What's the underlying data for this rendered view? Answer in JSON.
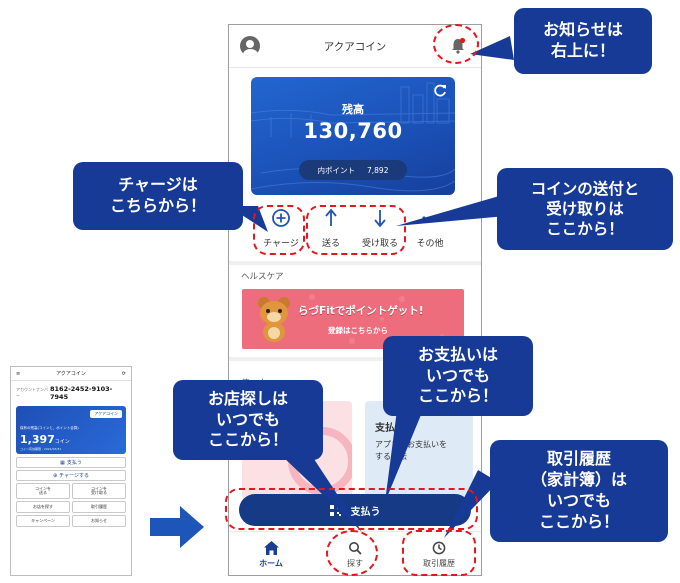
{
  "old_screen": {
    "title": "アクアコイン",
    "account_label": "アカウントナンバー",
    "account_number": "8162-2452-9103-7945",
    "card_tag": "アクアコイン",
    "card_caption": "保有の残高(コインと、ポイント合算)",
    "balance": "1,397",
    "balance_unit": "コイン",
    "card_sub": "コイン有効期限 : 2021/07/31",
    "pay_button": "支払う",
    "charge_button": "チャージする",
    "grid": [
      {
        "label": "コインを\n送る"
      },
      {
        "label": "コインを\n受け取る"
      },
      {
        "label": "お店を探す"
      },
      {
        "label": "取引履歴"
      },
      {
        "label": "キャンペーン"
      },
      {
        "label": "お知らせ"
      }
    ]
  },
  "app": {
    "title": "アクアコイン",
    "balance_label": "残高",
    "balance_amount": "130,760",
    "points_label": "内ポイント",
    "points_value": "7,892",
    "actions": {
      "charge": "チャージ",
      "send": "送る",
      "receive": "受け取る",
      "other": "その他"
    },
    "health_section": "ヘルスケア",
    "banner_title": "らづFitでポイントゲット!",
    "banner_sub": "登録はこちらから",
    "usage_section": "使い方",
    "usage_card": {
      "title": "支払う",
      "body_line1": "アプリでお支払いを",
      "body_line2": "する方法"
    },
    "pay_button": "支払う",
    "nav": {
      "home": "ホーム",
      "search": "探す",
      "history": "取引履歴"
    }
  },
  "callouts": {
    "notice": "お知らせは\n右上に！",
    "charge": "チャージは\nこちらから！",
    "send_receive": "コインの送付と\n受け取りは\nここから！",
    "pay": "お支払いは\nいつでも\nここから！",
    "store": "お店探しは\nいつでも\nここから！",
    "history": "取引履歴\n（家計簿）は\nいつでも\nここから！"
  },
  "colors": {
    "callout": "#163a95",
    "card": "#1b52b8",
    "dash": "#e8141e",
    "banner": "#ee6d7c"
  }
}
